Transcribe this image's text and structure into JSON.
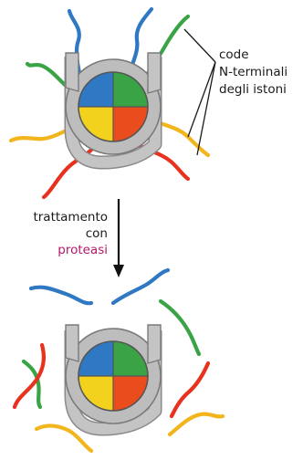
{
  "annotation": {
    "line1": "code",
    "line2": "N-terminali",
    "line3": "degli istoni"
  },
  "treatment": {
    "line1": "trattamento",
    "line2": "con",
    "line3": "proteasi"
  },
  "colors": {
    "quadrant_top_left": "#2f78c4",
    "quadrant_top_right": "#3aa346",
    "quadrant_bottom_left": "#f2d21c",
    "quadrant_bottom_right": "#ea4c1e",
    "dna_wrap": "#bfbfbf",
    "protease_text": "#b5176b",
    "tail_blue": "#2f78c4",
    "tail_green": "#3aa346",
    "tail_yellow": "#f2b61c",
    "tail_red": "#e8321e"
  }
}
